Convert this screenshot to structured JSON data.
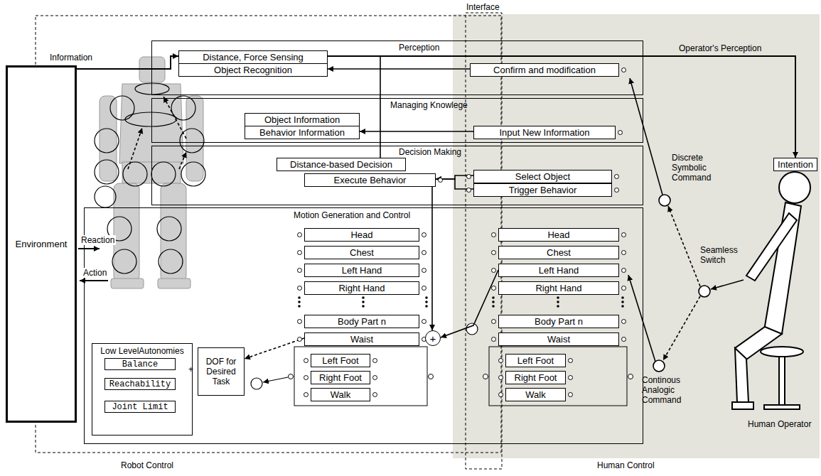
{
  "diagram": {
    "nodes": [
      {
        "text": [
          "Environment"
        ]
      },
      {
        "text": [
          "Perception"
        ]
      },
      {
        "text": [
          "Distance, Force Sensing"
        ],
        "in": 1
      },
      {
        "text": [
          "Object Recognition"
        ],
        "in": 1
      },
      {
        "text": [
          "Confirm and modification"
        ],
        "in": 1
      },
      {
        "text": [
          "Managing Knowlege"
        ]
      },
      {
        "text": [
          "Object Information"
        ],
        "in": 5
      },
      {
        "text": [
          "Behavior Information"
        ],
        "in": 5
      },
      {
        "text": [
          "Input New Information"
        ],
        "in": 5
      },
      {
        "text": [
          "Decision Making"
        ]
      },
      {
        "text": [
          "Distance-based Decision"
        ],
        "in": 9
      },
      {
        "text": [
          "Execute Behavior"
        ],
        "in": 9
      },
      {
        "text": [
          "Select Object"
        ],
        "in": 9
      },
      {
        "text": [
          "Trigger Behavior"
        ],
        "in": 9
      },
      {
        "text": [
          "Motion Generation and Control"
        ]
      },
      {
        "text": [
          "Head"
        ],
        "in": 14
      },
      {
        "text": [
          "Chest"
        ],
        "in": 14
      },
      {
        "text": [
          "Left Hand"
        ],
        "in": 14
      },
      {
        "text": [
          "Right Hand"
        ],
        "in": 14
      },
      {
        "text": [
          "Body Part n"
        ],
        "in": 14
      },
      {
        "text": [
          "Waist"
        ],
        "in": 14
      },
      {
        "text": [
          "Left Foot"
        ],
        "in": 14
      },
      {
        "text": [
          "Right Foot"
        ],
        "in": 14
      },
      {
        "text": [
          "Walk"
        ],
        "in": 14
      },
      {
        "text": [
          "Head"
        ],
        "in": 14
      },
      {
        "text": [
          "Chest"
        ],
        "in": 14
      },
      {
        "text": [
          "Left Hand"
        ],
        "in": 14
      },
      {
        "text": [
          "Right Hand"
        ],
        "in": 14
      },
      {
        "text": [
          "Body Part n"
        ],
        "in": 14
      },
      {
        "text": [
          "Waist"
        ],
        "in": 14
      },
      {
        "text": [
          "Left Foot"
        ],
        "in": 14
      },
      {
        "text": [
          "Right Foot"
        ],
        "in": 14
      },
      {
        "text": [
          "Walk"
        ],
        "in": 14
      },
      {
        "text": [
          "Low LevelAutonomies"
        ],
        "in": 14
      },
      {
        "text": [
          "Balance"
        ],
        "in": 33
      },
      {
        "text": [
          "Reachability"
        ],
        "in": 33
      },
      {
        "text": [
          "Joint Limit"
        ],
        "in": 33
      },
      {
        "text": [
          "DOF for Desired Task"
        ],
        "in": 14
      },
      {
        "text": [
          "+"
        ],
        "in": 14
      },
      {
        "text": [
          "Intention"
        ]
      }
    ],
    "edges": [
      {
        "from": 0,
        "to": 2,
        "arrow": "to",
        "label": "Information"
      },
      {
        "from": 2,
        "to": 39,
        "arrow": "to",
        "label": "Operator's Perception"
      },
      {
        "from": 2,
        "to": 10,
        "arrow": "none"
      },
      {
        "from": 4,
        "to": 3,
        "arrow": "to"
      },
      {
        "from": 8,
        "to": 7,
        "arrow": "to"
      },
      {
        "from": 13,
        "to": 11,
        "arrow": "to"
      },
      {
        "from": 12,
        "to": 11,
        "arrow": "to"
      },
      {
        "from": 11,
        "to": 38,
        "arrow": "to"
      },
      {
        "from": 26,
        "to": 38,
        "arrow": "to"
      },
      {
        "from": 20,
        "to": 37,
        "arrow": "to"
      }
    ],
    "labels": [
      "Interface",
      "Robot Control",
      "Human Control",
      "Reaction",
      "Action",
      "+",
      "Discrete Symbolic Command",
      "Seamless Switch",
      "Continous Analogic Command",
      "Human Operator"
    ]
  }
}
